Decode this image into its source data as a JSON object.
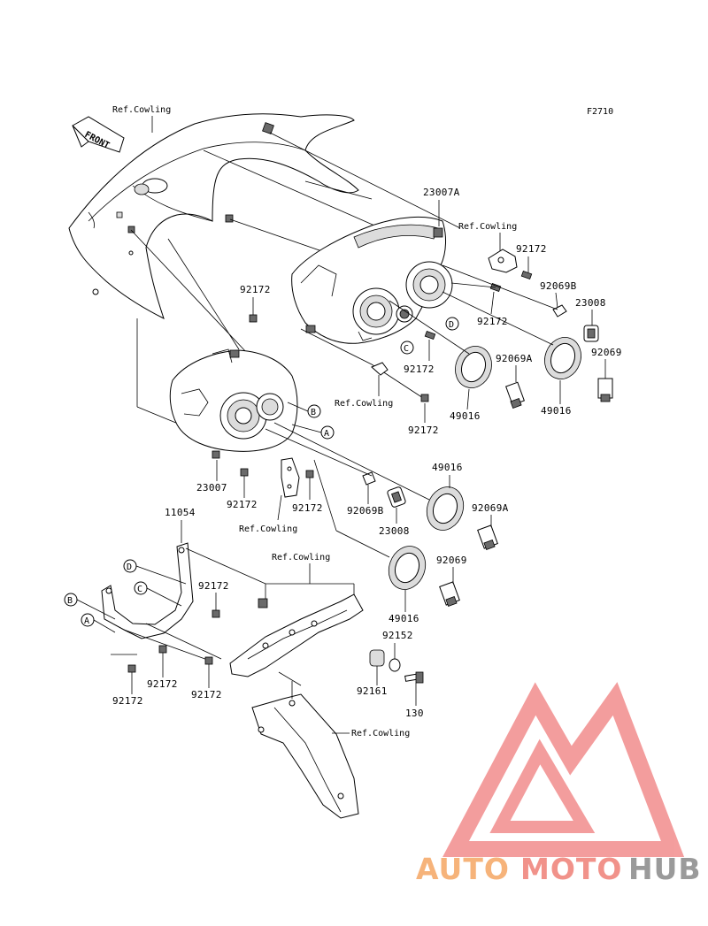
{
  "figure_code": "F2710",
  "front_label": "FRONT",
  "labels": {
    "ref_cowling_top": "Ref.Cowling",
    "ref_cowling_right": "Ref.Cowling",
    "ref_cowling_mid": "Ref.Cowling",
    "ref_cowling_lower": "Ref.Cowling",
    "ref_cowling_bracket": "Ref.Cowling",
    "ref_cowling_stay": "Ref.Cowling",
    "p_23007A": "23007A",
    "p_23007": "23007",
    "p_92172_a": "92172",
    "p_92172_b": "92172",
    "p_92172_c": "92172",
    "p_92172_d": "92172",
    "p_92172_e": "92172",
    "p_92172_f": "92172",
    "p_92172_g": "92172",
    "p_92172_h": "92172",
    "p_92172_i": "92172",
    "p_92172_j": "92172",
    "p_92172_k": "92172",
    "p_92069B_a": "92069B",
    "p_92069B_b": "92069B",
    "p_23008_a": "23008",
    "p_23008_b": "23008",
    "p_92069_a": "92069",
    "p_92069_b": "92069",
    "p_92069A_a": "92069A",
    "p_92069A_b": "92069A",
    "p_49016_a": "49016",
    "p_49016_b": "49016",
    "p_49016_c": "49016",
    "p_49016_d": "49016",
    "p_11054": "11054",
    "p_92152": "92152",
    "p_92161": "92161",
    "p_130": "130"
  },
  "callouts": {
    "A_upper": "A",
    "B_upper": "B",
    "C_upper": "C",
    "D_upper": "D",
    "A_lower": "A",
    "B_lower": "B",
    "C_lower": "C",
    "D_lower": "D"
  },
  "watermark": {
    "part1": "AUTO",
    "part2": "MOTO",
    "part3": "HUB"
  },
  "colors": {
    "watermark_orange": "#f6b37a",
    "watermark_salmon": "#f1928a",
    "watermark_gray": "#9a9a9a",
    "logo_pink": "#f28d8d"
  }
}
